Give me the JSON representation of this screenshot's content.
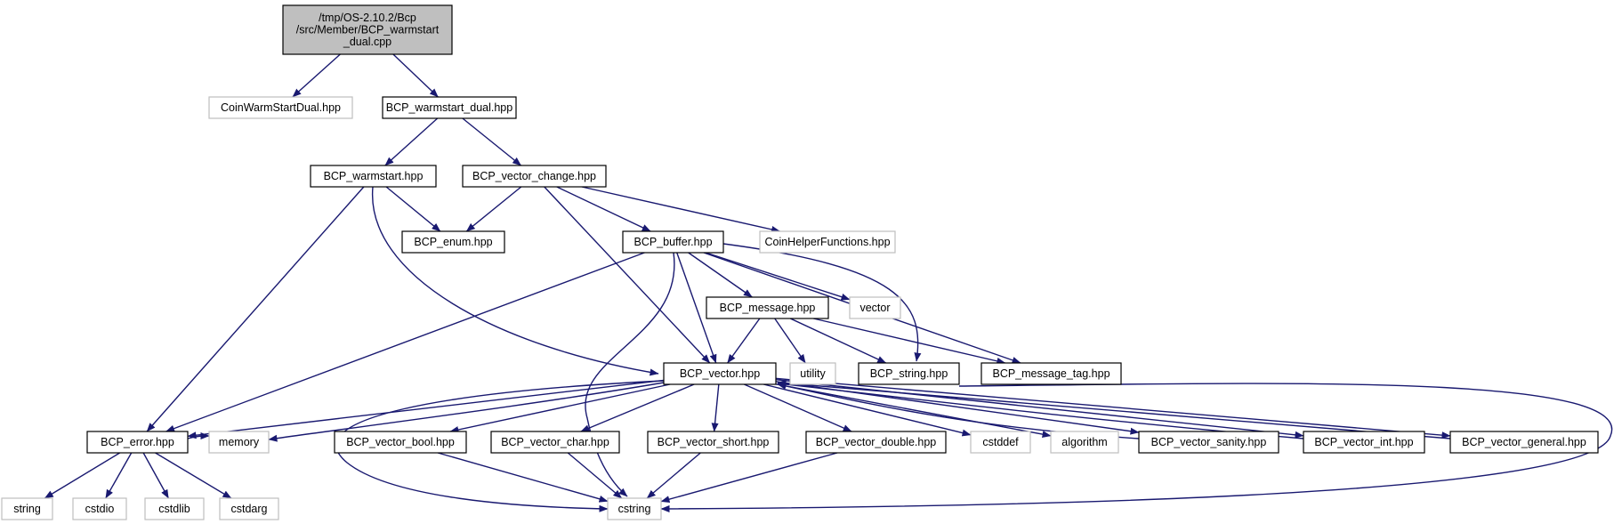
{
  "graph": {
    "nodes": [
      {
        "id": "n_main",
        "name": "node-bcp-warmstart-dual-cpp",
        "type": "main",
        "lines": [
          "/tmp/OS-2.10.2/Bcp",
          "/src/Member/BCP_warmstart",
          "_dual.cpp"
        ]
      },
      {
        "id": "n_coinwsd",
        "name": "node-coin-warm-start-dual-hpp",
        "type": "ext",
        "lines": [
          "CoinWarmStartDual.hpp"
        ]
      },
      {
        "id": "n_wsdual",
        "name": "node-bcp-warmstart-dual-hpp",
        "type": "normal",
        "lines": [
          "BCP_warmstart_dual.hpp"
        ]
      },
      {
        "id": "n_ws",
        "name": "node-bcp-warmstart-hpp",
        "type": "normal",
        "lines": [
          "BCP_warmstart.hpp"
        ]
      },
      {
        "id": "n_vchange",
        "name": "node-bcp-vector-change-hpp",
        "type": "normal",
        "lines": [
          "BCP_vector_change.hpp"
        ]
      },
      {
        "id": "n_enum",
        "name": "node-bcp-enum-hpp",
        "type": "normal",
        "lines": [
          "BCP_enum.hpp"
        ]
      },
      {
        "id": "n_buffer",
        "name": "node-bcp-buffer-hpp",
        "type": "normal",
        "lines": [
          "BCP_buffer.hpp"
        ]
      },
      {
        "id": "n_coinhelper",
        "name": "node-coin-helper-functions-hpp",
        "type": "ext",
        "lines": [
          "CoinHelperFunctions.hpp"
        ]
      },
      {
        "id": "n_message",
        "name": "node-bcp-message-hpp",
        "type": "normal",
        "lines": [
          "BCP_message.hpp"
        ]
      },
      {
        "id": "n_vector_std",
        "name": "node-vector",
        "type": "ext",
        "lines": [
          "vector"
        ]
      },
      {
        "id": "n_bcpvector",
        "name": "node-bcp-vector-hpp",
        "type": "normal",
        "lines": [
          "BCP_vector.hpp"
        ]
      },
      {
        "id": "n_utility",
        "name": "node-utility",
        "type": "ext",
        "lines": [
          "utility"
        ]
      },
      {
        "id": "n_string",
        "name": "node-bcp-string-hpp",
        "type": "normal",
        "lines": [
          "BCP_string.hpp"
        ]
      },
      {
        "id": "n_msgtag",
        "name": "node-bcp-message-tag-hpp",
        "type": "normal",
        "lines": [
          "BCP_message_tag.hpp"
        ]
      },
      {
        "id": "n_error",
        "name": "node-bcp-error-hpp",
        "type": "normal",
        "lines": [
          "BCP_error.hpp"
        ]
      },
      {
        "id": "n_memory",
        "name": "node-memory",
        "type": "ext",
        "lines": [
          "memory"
        ]
      },
      {
        "id": "n_vbool",
        "name": "node-bcp-vector-bool-hpp",
        "type": "normal",
        "lines": [
          "BCP_vector_bool.hpp"
        ]
      },
      {
        "id": "n_vchar",
        "name": "node-bcp-vector-char-hpp",
        "type": "normal",
        "lines": [
          "BCP_vector_char.hpp"
        ]
      },
      {
        "id": "n_vshort",
        "name": "node-bcp-vector-short-hpp",
        "type": "normal",
        "lines": [
          "BCP_vector_short.hpp"
        ]
      },
      {
        "id": "n_vdouble",
        "name": "node-bcp-vector-double-hpp",
        "type": "normal",
        "lines": [
          "BCP_vector_double.hpp"
        ]
      },
      {
        "id": "n_cstddef",
        "name": "node-cstddef",
        "type": "ext",
        "lines": [
          "cstddef"
        ]
      },
      {
        "id": "n_algorithm",
        "name": "node-algorithm",
        "type": "ext",
        "lines": [
          "algorithm"
        ]
      },
      {
        "id": "n_vsanity",
        "name": "node-bcp-vector-sanity-hpp",
        "type": "normal",
        "lines": [
          "BCP_vector_sanity.hpp"
        ]
      },
      {
        "id": "n_vint",
        "name": "node-bcp-vector-int-hpp",
        "type": "normal",
        "lines": [
          "BCP_vector_int.hpp"
        ]
      },
      {
        "id": "n_vgeneral",
        "name": "node-bcp-vector-general-hpp",
        "type": "normal",
        "lines": [
          "BCP_vector_general.hpp"
        ]
      },
      {
        "id": "n_strstd",
        "name": "node-string",
        "type": "ext",
        "lines": [
          "string"
        ]
      },
      {
        "id": "n_cstdio",
        "name": "node-cstdio",
        "type": "ext",
        "lines": [
          "cstdio"
        ]
      },
      {
        "id": "n_cstdlib",
        "name": "node-cstdlib",
        "type": "ext",
        "lines": [
          "cstdlib"
        ]
      },
      {
        "id": "n_cstdarg",
        "name": "node-cstdarg",
        "type": "ext",
        "lines": [
          "cstdarg"
        ]
      },
      {
        "id": "n_cstring",
        "name": "node-cstring",
        "type": "ext",
        "lines": [
          "cstring"
        ]
      }
    ],
    "edges": [
      {
        "from": "n_main",
        "to": "n_coinwsd"
      },
      {
        "from": "n_main",
        "to": "n_wsdual"
      },
      {
        "from": "n_wsdual",
        "to": "n_ws"
      },
      {
        "from": "n_wsdual",
        "to": "n_vchange"
      },
      {
        "from": "n_ws",
        "to": "n_enum"
      },
      {
        "from": "n_ws",
        "to": "n_error"
      },
      {
        "from": "n_ws",
        "to": "n_bcpvector"
      },
      {
        "from": "n_vchange",
        "to": "n_enum"
      },
      {
        "from": "n_vchange",
        "to": "n_buffer"
      },
      {
        "from": "n_vchange",
        "to": "n_coinhelper"
      },
      {
        "from": "n_vchange",
        "to": "n_bcpvector"
      },
      {
        "from": "n_buffer",
        "to": "n_message"
      },
      {
        "from": "n_buffer",
        "to": "n_vector_std"
      },
      {
        "from": "n_buffer",
        "to": "n_string"
      },
      {
        "from": "n_buffer",
        "to": "n_msgtag"
      },
      {
        "from": "n_buffer",
        "to": "n_bcpvector"
      },
      {
        "from": "n_buffer",
        "to": "n_error"
      },
      {
        "from": "n_buffer",
        "to": "n_cstring"
      },
      {
        "from": "n_message",
        "to": "n_bcpvector"
      },
      {
        "from": "n_message",
        "to": "n_utility"
      },
      {
        "from": "n_message",
        "to": "n_string"
      },
      {
        "from": "n_message",
        "to": "n_msgtag"
      },
      {
        "from": "n_string",
        "to": "n_cstring"
      },
      {
        "from": "n_bcpvector",
        "to": "n_error"
      },
      {
        "from": "n_bcpvector",
        "to": "n_memory"
      },
      {
        "from": "n_bcpvector",
        "to": "n_vbool"
      },
      {
        "from": "n_bcpvector",
        "to": "n_vchar"
      },
      {
        "from": "n_bcpvector",
        "to": "n_vshort"
      },
      {
        "from": "n_bcpvector",
        "to": "n_vdouble"
      },
      {
        "from": "n_bcpvector",
        "to": "n_cstddef"
      },
      {
        "from": "n_bcpvector",
        "to": "n_algorithm"
      },
      {
        "from": "n_bcpvector",
        "to": "n_vsanity"
      },
      {
        "from": "n_bcpvector",
        "to": "n_vint"
      },
      {
        "from": "n_bcpvector",
        "to": "n_vgeneral"
      },
      {
        "from": "n_bcpvector",
        "to": "n_cstring"
      },
      {
        "from": "n_vsanity",
        "to": "n_bcpvector"
      },
      {
        "from": "n_vint",
        "to": "n_bcpvector"
      },
      {
        "from": "n_vgeneral",
        "to": "n_bcpvector"
      },
      {
        "from": "n_error",
        "to": "n_memory"
      },
      {
        "from": "n_error",
        "to": "n_strstd"
      },
      {
        "from": "n_error",
        "to": "n_cstdio"
      },
      {
        "from": "n_error",
        "to": "n_cstdlib"
      },
      {
        "from": "n_error",
        "to": "n_cstdarg"
      },
      {
        "from": "n_vbool",
        "to": "n_cstring"
      },
      {
        "from": "n_vchar",
        "to": "n_cstring"
      },
      {
        "from": "n_vshort",
        "to": "n_cstring"
      },
      {
        "from": "n_vdouble",
        "to": "n_cstring"
      }
    ],
    "colors": {
      "edge": "#191970",
      "main_fill": "#bfbfbf",
      "normal_border": "#000000",
      "external_border": "#bfbfbf"
    }
  }
}
